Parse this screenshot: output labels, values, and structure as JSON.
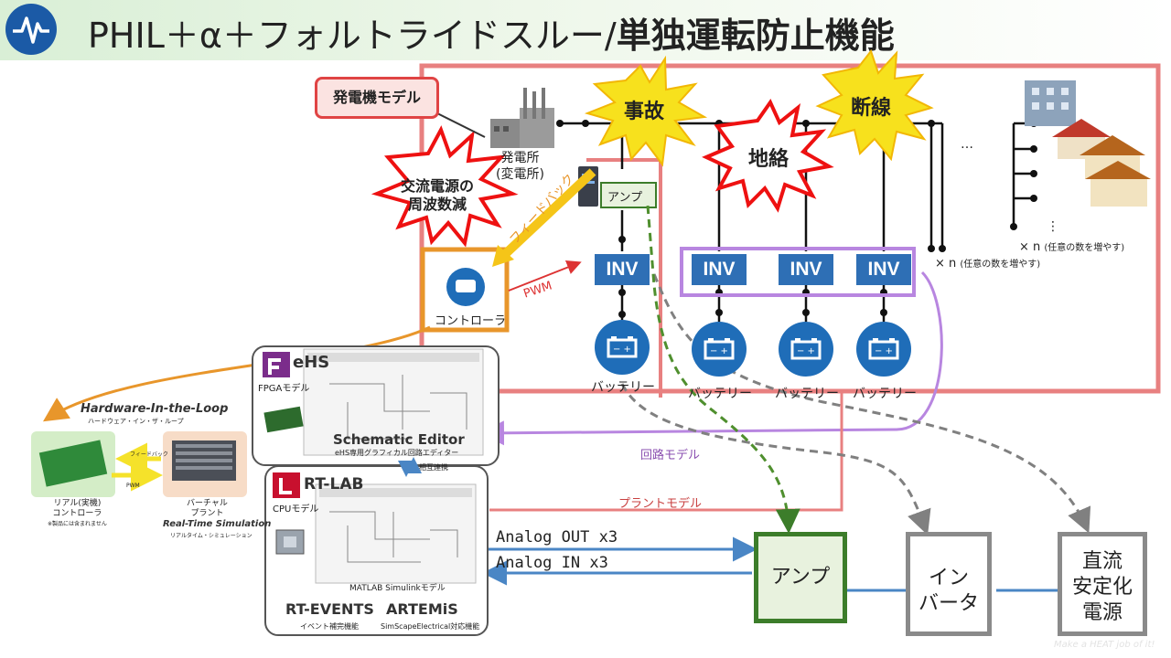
{
  "title": {
    "prefix": "PHIL＋α＋フォルトライドスルー/",
    "bold": "単独運転防止機能"
  },
  "grid": {
    "generator_model": "発電機モデル",
    "plant_label_1": "発電所",
    "plant_label_2": "(変電所)",
    "accident": "事故",
    "disconnect": "断線",
    "ground_fault": "地絡",
    "freq_reduction_1": "交流電源の",
    "freq_reduction_2": "周波数減",
    "amp_small": "アンプ",
    "feedback": "フィードバック",
    "pwm": "PWM",
    "controller": "コントローラ",
    "inv": "INV",
    "battery": "バッテリー",
    "ellipsis": "…",
    "vdots": "⋮",
    "times_n": "× n",
    "times_n_note": "(任意の数を増やす)"
  },
  "tools": {
    "ehs": "eHS",
    "fpga_model": "FPGAモデル",
    "schematic_editor": "Schematic Editor",
    "schematic_sub": "eHS専用グラフィカル回路エディター",
    "mutual": "相互連携",
    "rtlab": "RT-LAB",
    "cpu_model": "CPUモデル",
    "matlab": "MATLAB Simulinkモデル",
    "rtevents": "RT-EVENTS",
    "rtevents_sub": "イベント補完機能",
    "artemis": "ARTEMiS",
    "artemis_sub": "SimScapeElectrical対応機能"
  },
  "hil": {
    "title": "Hardware-In-the-Loop",
    "sub": "ハードウェア・イン・ザ・ループ",
    "real_ctrl_1": "リアル(実機)",
    "real_ctrl_2": "コントローラ",
    "real_ctrl_note": "※製品には含まれません",
    "virtual_1": "バーチャル",
    "virtual_2": "プラント",
    "rts": "Real-Time Simulation",
    "rts_sub": "リアルタイム・シミュレーション",
    "fb_small": "フィードバック",
    "pwm_small": "PWM"
  },
  "signals": {
    "circuit_model": "回路モデル",
    "plant_model": "プラントモデル",
    "analog_out": "Analog OUT x3",
    "analog_in": "Analog IN x3"
  },
  "equipment": {
    "amp": "アンプ",
    "inverter_1": "イン",
    "inverter_2": "バータ",
    "dc_1": "直流",
    "dc_2": "安定化",
    "dc_3": "電源"
  },
  "watermark": "Make a HEAT job of it!",
  "colors": {
    "red": "#e06666",
    "orange": "#e8962b",
    "purple": "#b886e0",
    "green": "#2e7d32",
    "blue": "#2e6fb5",
    "gray": "#808080"
  }
}
